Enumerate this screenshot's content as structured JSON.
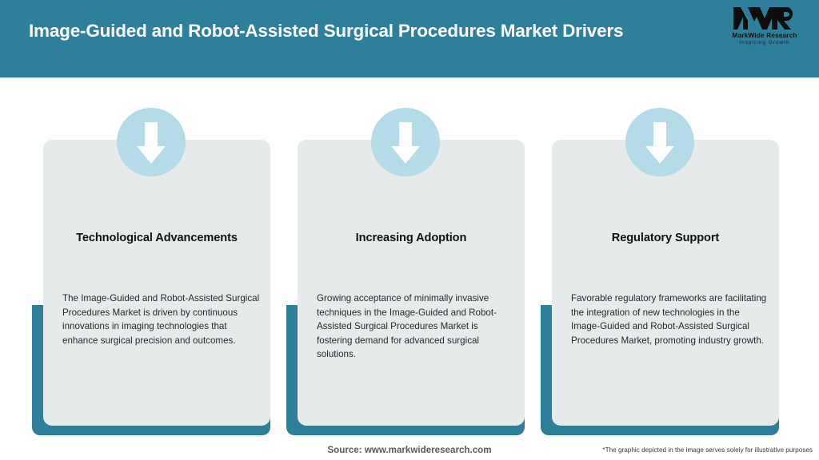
{
  "header": {
    "title": "Image-Guided and Robot-Assisted Surgical Procedures Market Drivers",
    "background_color": "#2e7f99",
    "title_color": "#ffffff"
  },
  "logo": {
    "mark_icon": "mwr-monogram-icon",
    "mark_text": "MWR",
    "name": "MarkWide Research",
    "tagline": "Inspiring Growth"
  },
  "theme": {
    "teal": "#2e7f99",
    "card_background": "#e6eaeb",
    "icon_circle": "#b3dce8",
    "arrow": "#ffffff",
    "body_text": "#26292b",
    "heading_text": "#111111"
  },
  "cards": [
    {
      "icon": "arrow-down-icon",
      "heading": "Technological Advancements",
      "body": "The Image-Guided and Robot-Assisted Surgical Procedures Market is driven by continuous innovations in imaging technologies that enhance surgical precision and outcomes."
    },
    {
      "icon": "arrow-down-icon",
      "heading": "Increasing Adoption",
      "body": "Growing acceptance of minimally invasive techniques in the Image-Guided and Robot-Assisted Surgical Procedures Market is fostering demand for advanced surgical solutions."
    },
    {
      "icon": "arrow-down-icon",
      "heading": "Regulatory Support",
      "body": "Favorable regulatory frameworks are facilitating the integration of new technologies in the Image-Guided and Robot-Assisted Surgical Procedures Market, promoting industry growth."
    }
  ],
  "footer": {
    "source": "Source: www.markwideresearch.com",
    "disclaimer": "*The graphic depicted in the image serves solely for illustrative purposes"
  }
}
